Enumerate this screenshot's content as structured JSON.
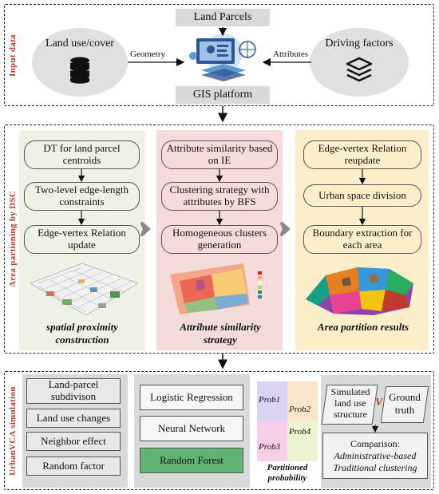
{
  "input": {
    "side_label": "Input data",
    "land_use": "Land use/cover",
    "land_parcels": "Land Parcels",
    "gis_platform": "GIS platform",
    "driving_factors": "Driving factors",
    "geometry_label": "Geometry",
    "attributes_label": "Attributes"
  },
  "partition": {
    "side_label": "Area partioning by DSC",
    "col1": {
      "steps": [
        "DT for land parcel centroids",
        "Two-level edge-length constraints",
        "Edge-vertex Relation update"
      ],
      "caption": "spatial proximity construction"
    },
    "col2": {
      "steps": [
        "Attribute similarity based on IE",
        "Clustering strategy with attributes by BFS",
        "Homogeneous clusters generation"
      ],
      "caption": "Attribute similarity strategy"
    },
    "col3": {
      "steps": [
        "Edge-vertex Relation reupdate",
        "Urban space division",
        "Boundary extraction for each area"
      ],
      "caption": "Area partition results"
    }
  },
  "simulation": {
    "side_label": "UrbanVCA simulation",
    "factors": [
      "Land-parcel subdivison",
      "Land use changes",
      "Neighbor effect",
      "Random factor"
    ],
    "models": [
      "Logistic Regression",
      "Neural Network",
      "Random Forest"
    ],
    "probs": [
      "Prob1",
      "Prob2",
      "Prob3",
      "Prob4"
    ],
    "prob_caption": "Partitioned probability",
    "simulated": "Simulated land use structure",
    "vs": "VS",
    "ground_truth": "Ground truth",
    "comparison_title": "Comparison:",
    "comparison_items": [
      "Administrative-based",
      "Traditional clustering"
    ]
  },
  "colors": {
    "panel_green": "#eef2e4",
    "panel_pink": "#f5dcda",
    "panel_yellow": "#fbeecb",
    "rf_green": "#5fb373",
    "side_label_red": "#c0392b"
  },
  "icons": [
    "database-icon",
    "gis-platform-icon",
    "layers-icon",
    "parcel-map-image",
    "heatmap-image",
    "partition-map-image"
  ]
}
